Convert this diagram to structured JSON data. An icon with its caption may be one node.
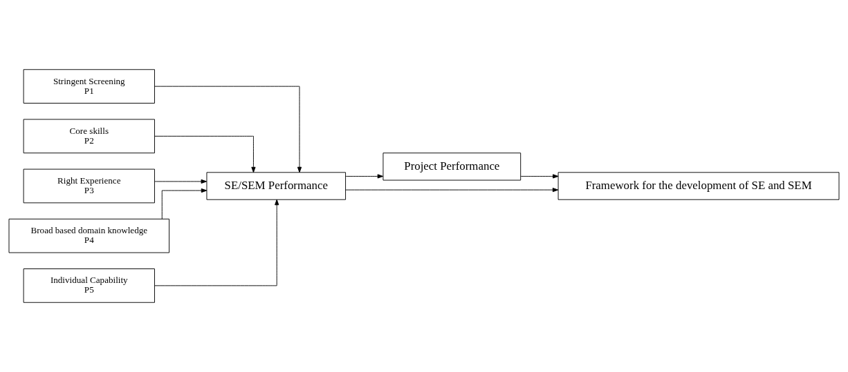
{
  "diagram": {
    "nodes": [
      {
        "text": [
          "Stringent Screening",
          "P1"
        ]
      },
      {
        "text": [
          "Core skills",
          "P2"
        ]
      },
      {
        "text": [
          "Right Experience",
          "P3"
        ]
      },
      {
        "text": [
          "Broad based domain knowledge",
          "P4"
        ]
      },
      {
        "text": [
          "Individual Capability",
          "P5"
        ]
      },
      {
        "text": [
          "SE/SEM Performance"
        ]
      },
      {
        "text": [
          "Project Performance"
        ]
      },
      {
        "text": [
          "Framework for the development of SE and SEM"
        ]
      }
    ],
    "edges": [
      {
        "from": 0,
        "to": 5,
        "arrow": "to"
      },
      {
        "from": 1,
        "to": 5,
        "arrow": "to"
      },
      {
        "from": 2,
        "to": 5,
        "arrow": "to"
      },
      {
        "from": 3,
        "to": 5,
        "arrow": "to"
      },
      {
        "from": 4,
        "to": 5,
        "arrow": "to"
      },
      {
        "from": 5,
        "to": 6,
        "arrow": "to"
      },
      {
        "from": 5,
        "to": 7,
        "arrow": "to"
      },
      {
        "from": 6,
        "to": 7,
        "arrow": "to"
      }
    ]
  }
}
